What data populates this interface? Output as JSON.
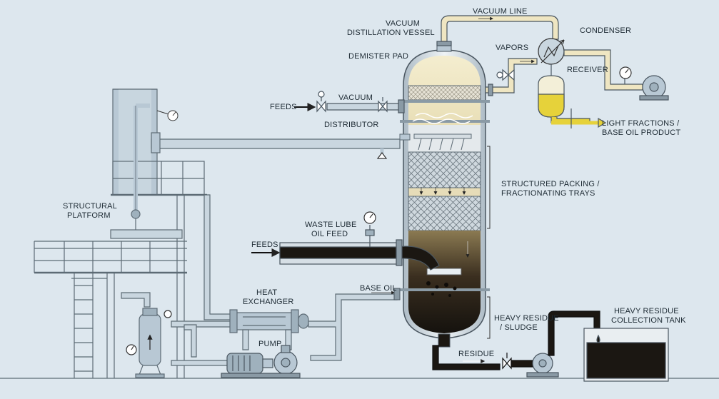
{
  "labels": {
    "vacuum_line": "VACUUM LINE",
    "vessel_line1": "VACUUM",
    "vessel_line2": "DISTILLATION VESSEL",
    "demister": "DEMISTER PAD",
    "condenser": "CONDENSER",
    "vapors": "VAPORS",
    "receiver": "RECEIVER",
    "vacuum": "VACUUM",
    "feeds_top": "FEEDS",
    "distributor": "DISTRIBUTOR",
    "light_line1": "LIGHT FRACTIONS /",
    "light_line2": "BASE OIL PRODUCT",
    "packing_line1": "STRUCTURED PACKING /",
    "packing_line2": "FRACTIONATING TRAYS",
    "platform_line1": "STRUCTURAL",
    "platform_line2": "PLATFORM",
    "waste_line1": "WASTE LUBE",
    "waste_line2": "OIL FEED",
    "feeds_bottom": "FEEDS",
    "hx_line1": "HEAT",
    "hx_line2": "EXCHANGER",
    "base_oil": "BASE OIL",
    "heavy_line1": "HEAVY RESIDUE",
    "heavy_line2": "/ SLUDGE",
    "tank_line1": "HEAVY RESIDUE",
    "tank_line2": "COLLECTION TANK",
    "pump": "PUMP",
    "residue": "RESIDUE"
  },
  "colors": {
    "background": "#dde7ee",
    "pipe": "#c9d6df",
    "pipe_stroke": "#5d6b75",
    "vapor_fill": "#efe6c2",
    "product": "#e6d23a",
    "sludge": "#1b1712",
    "steel": "#b8c8d4"
  }
}
